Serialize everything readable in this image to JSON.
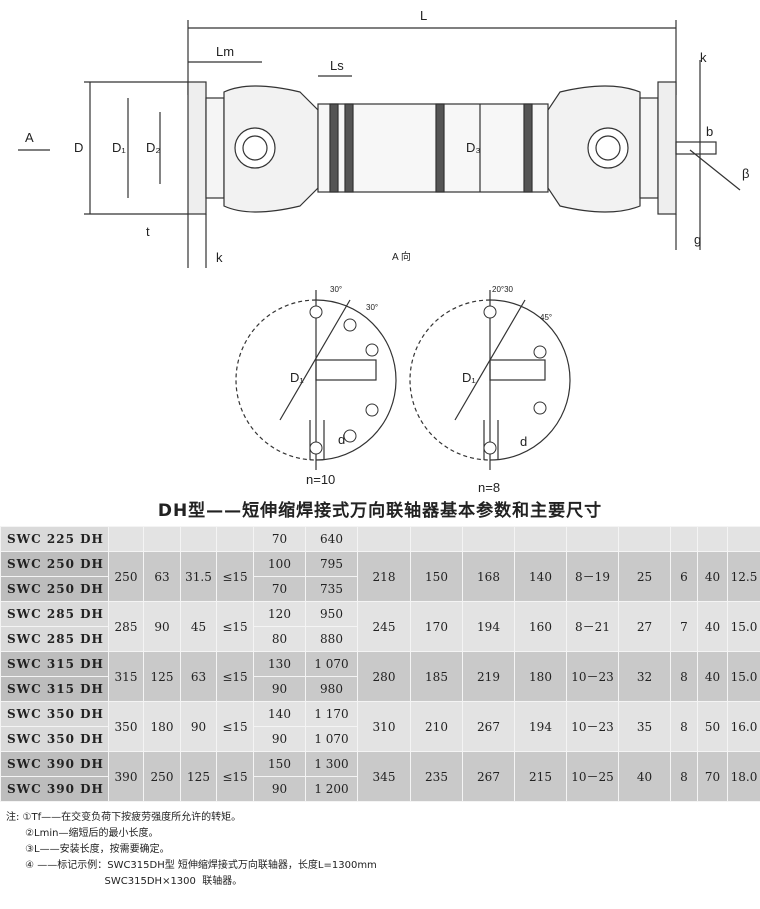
{
  "drawing": {
    "labels": {
      "L": "L",
      "Lm": "Lm",
      "Ls": "Ls",
      "k_top": "k",
      "A": "A",
      "D": "D",
      "D1": "D₁",
      "D2": "D₂",
      "D3": "D₃",
      "b": "b",
      "beta": "β",
      "t": "t",
      "k_bottom": "k",
      "g": "g",
      "view": "A 向"
    },
    "flange10": {
      "angle1": "30°",
      "angle2": "30°",
      "D1": "D₁",
      "d": "d",
      "n": "n=10"
    },
    "flange8": {
      "angle1": "20°30",
      "angle2": "45°",
      "D1": "D₁",
      "d": "d",
      "n": "n=8"
    }
  },
  "title": "DH型——短伸缩焊接式万向联轴器基本参数和主要尺寸",
  "rows": [
    {
      "group": 0,
      "cells": [
        "SWC 225 DH 2",
        "",
        "",
        "",
        "",
        "70",
        "640",
        "",
        "",
        "",
        "",
        "",
        "",
        "",
        "",
        ""
      ],
      "partial": true
    },
    {
      "group": 1,
      "a": [
        "SWC 250 DH 1",
        "100",
        "795"
      ],
      "b": [
        "SWC 250 DH 2",
        "70",
        "735"
      ],
      "shared": [
        "250",
        "63",
        "31.5",
        "≤15"
      ],
      "right": [
        "218",
        "150",
        "168",
        "140",
        "8－19",
        "25",
        "6",
        "40",
        "12.5"
      ]
    },
    {
      "group": 0,
      "a": [
        "SWC 285 DH 1",
        "120",
        "950"
      ],
      "b": [
        "SWC 285 DH 2",
        "80",
        "880"
      ],
      "shared": [
        "285",
        "90",
        "45",
        "≤15"
      ],
      "right": [
        "245",
        "170",
        "194",
        "160",
        "8－21",
        "27",
        "7",
        "40",
        "15.0"
      ]
    },
    {
      "group": 1,
      "a": [
        "SWC 315 DH 1",
        "130",
        "1 070"
      ],
      "b": [
        "SWC 315 DH 2",
        "90",
        "980"
      ],
      "shared": [
        "315",
        "125",
        "63",
        "≤15"
      ],
      "right": [
        "280",
        "185",
        "219",
        "180",
        "10－23",
        "32",
        "8",
        "40",
        "15.0"
      ]
    },
    {
      "group": 0,
      "a": [
        "SWC 350 DH 1",
        "140",
        "1 170"
      ],
      "b": [
        "SWC 350 DH 2",
        "90",
        "1 070"
      ],
      "shared": [
        "350",
        "180",
        "90",
        "≤15"
      ],
      "right": [
        "310",
        "210",
        "267",
        "194",
        "10－23",
        "35",
        "8",
        "50",
        "16.0"
      ]
    },
    {
      "group": 1,
      "a": [
        "SWC 390 DH 1",
        "150",
        "1 300"
      ],
      "b": [
        "SWC 390 DH 2",
        "90",
        "1 200"
      ],
      "shared": [
        "390",
        "250",
        "125",
        "≤15"
      ],
      "right": [
        "345",
        "235",
        "267",
        "215",
        "10－25",
        "40",
        "8",
        "70",
        "18.0"
      ]
    }
  ],
  "notes": [
    "注: ①Tf——在交变负荷下按疲劳强度所允许的转矩。",
    "      ②Lmin—缩短后的最小长度。",
    "      ③L——安装长度，按需要确定。",
    "      ④ ——标记示例：SWC315DH型 短伸缩焊接式万向联轴器，长度L=1300mm",
    "                               SWC315DH×1300  联轴器。"
  ]
}
